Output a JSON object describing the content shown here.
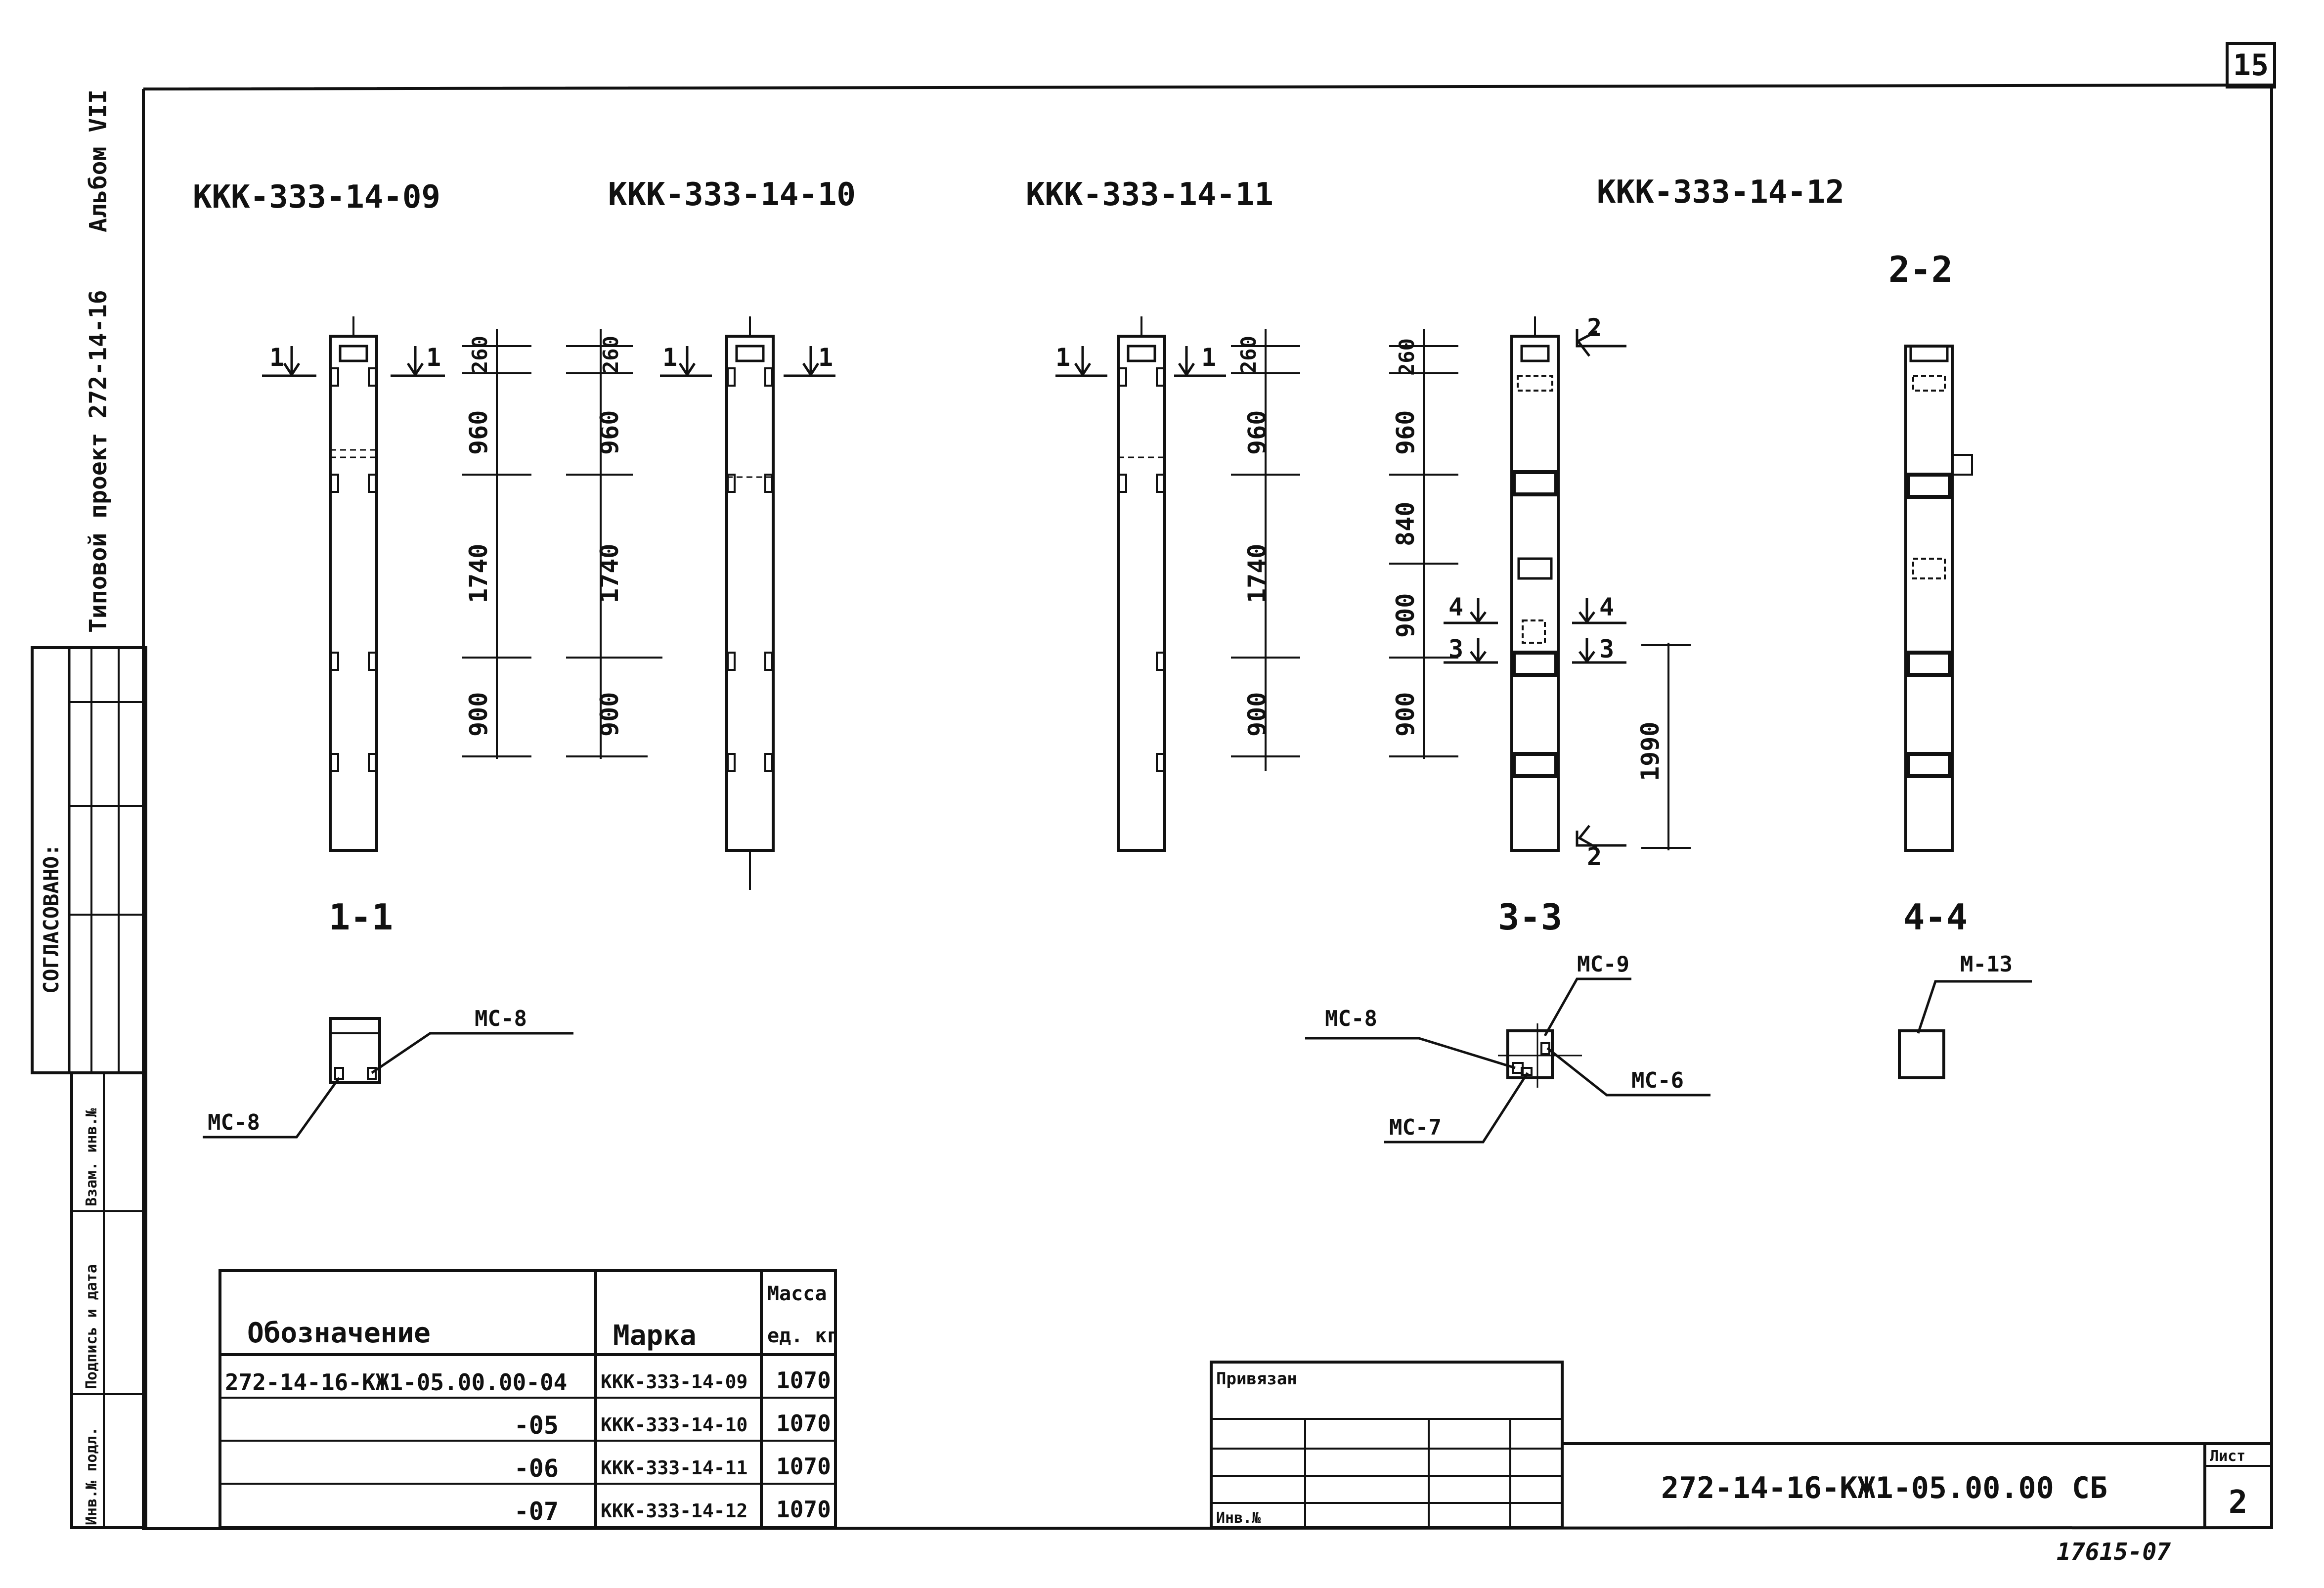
{
  "page_number": "15",
  "side": {
    "album": "Альбом VII",
    "project": "Типовой проект 272-14-16",
    "agreed": "СОГЛАСОВАНО:",
    "stamp_cols": [
      "Инв.№ подл.",
      "Подпись и дата",
      "Взам. инв.№"
    ]
  },
  "titles": [
    "ККК-333-14-09",
    "ККК-333-14-10",
    "ККК-333-14-11",
    "ККК-333-14-12"
  ],
  "section_labels": {
    "s11": "1-1",
    "s33": "3-3",
    "s22": "2-2",
    "s44": "4-4"
  },
  "markers": {
    "m1": "1",
    "m2": "2",
    "m3": "3",
    "m4": "4"
  },
  "dims": {
    "d260": "260",
    "d960": "960",
    "d1740": "1740",
    "d900": "900",
    "d840": "840",
    "d1990": "1990"
  },
  "callouts": {
    "mc8": "МС-8",
    "mc9": "МС-9",
    "mc6": "МС-6",
    "mc7": "МС-7",
    "m13": "М-13"
  },
  "spec_table": {
    "headers": {
      "designation": "Обозначение",
      "mark": "Марка",
      "mass_top": "Масса",
      "mass_bottom": "ед. кг"
    },
    "rows": [
      {
        "designation": "272-14-16-КЖ1-05.00.00-04",
        "mark": "ККК-333-14-09",
        "mass": "1070"
      },
      {
        "designation": "-05",
        "mark": "ККК-333-14-10",
        "mass": "1070"
      },
      {
        "designation": "-06",
        "mark": "ККК-333-14-11",
        "mass": "1070"
      },
      {
        "designation": "-07",
        "mark": "ККК-333-14-12",
        "mass": "1070"
      }
    ]
  },
  "binding_box": {
    "title": "Привязан",
    "inv": "Инв.№"
  },
  "title_block": {
    "code": "272-14-16-КЖ1-05.00.00 СБ",
    "sheet_label": "Лист",
    "sheet_no": "2"
  },
  "footer_number": "17615-07"
}
